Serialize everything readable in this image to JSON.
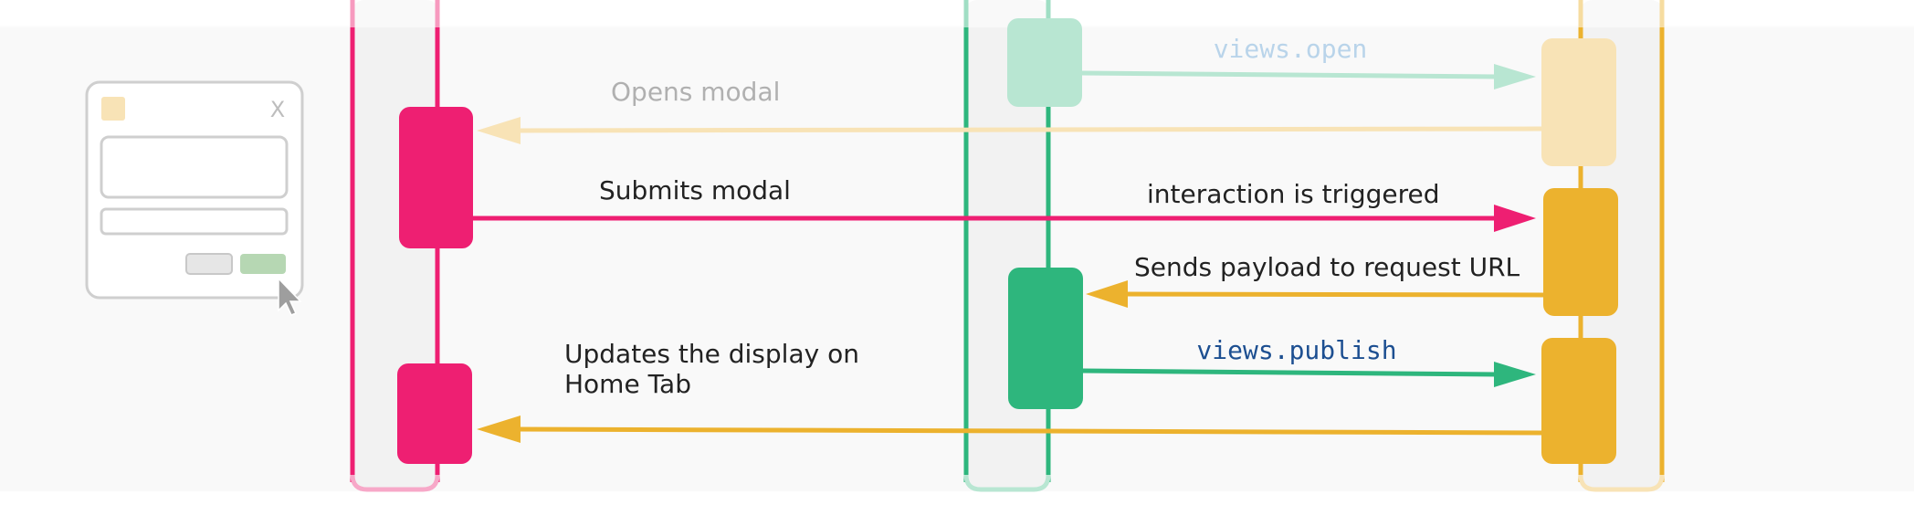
{
  "colors": {
    "pink": "#ee1f72",
    "green": "#2eb67d",
    "yellow": "#ecb22e",
    "faded_yellow": "#f8e3b6",
    "faded_green": "#b8e6d2",
    "faded_code": "#b9d4ea",
    "code_blue": "#1d4f91",
    "lane_fill": "#f2f2f2"
  },
  "modal_mock": {
    "close_glyph": "X"
  },
  "messages": {
    "views_open": "views.open",
    "opens_modal": "Opens modal",
    "submits_modal": "Submits modal",
    "interaction_triggered": "interaction is triggered",
    "sends_payload": "Sends payload to request URL",
    "views_publish": "views.publish",
    "updates_display_line1": "Updates the display on",
    "updates_display_line2": "Home Tab"
  }
}
